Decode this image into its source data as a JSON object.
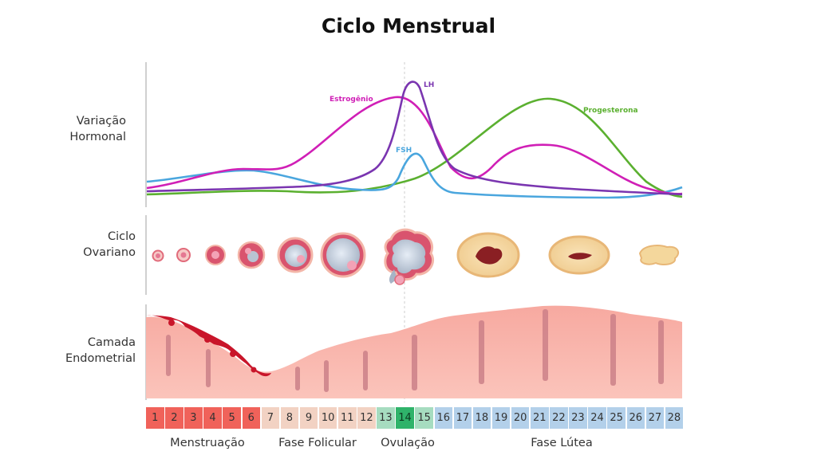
{
  "title": "Ciclo Menstrual",
  "rows": {
    "hormonal": [
      "Variação",
      "Hormonal"
    ],
    "ovarian": [
      "Ciclo",
      "Ovariano"
    ],
    "endometrial": [
      "Camada",
      "Endometrial"
    ]
  },
  "hormones": {
    "estrogen": {
      "label": "Estrogênio",
      "color": "#d01fb6"
    },
    "lh": {
      "label": "LH",
      "color": "#7a35b0"
    },
    "fsh": {
      "label": "FSH",
      "color": "#4aa6de"
    },
    "progesterone": {
      "label": "Progesterona",
      "color": "#5bb030"
    }
  },
  "days": [
    {
      "n": "1",
      "phase": "menstruation"
    },
    {
      "n": "2",
      "phase": "menstruation"
    },
    {
      "n": "3",
      "phase": "menstruation"
    },
    {
      "n": "4",
      "phase": "menstruation"
    },
    {
      "n": "5",
      "phase": "menstruation"
    },
    {
      "n": "6",
      "phase": "menstruation"
    },
    {
      "n": "7",
      "phase": "follicular"
    },
    {
      "n": "8",
      "phase": "follicular"
    },
    {
      "n": "9",
      "phase": "follicular"
    },
    {
      "n": "10",
      "phase": "follicular"
    },
    {
      "n": "11",
      "phase": "follicular"
    },
    {
      "n": "12",
      "phase": "follicular"
    },
    {
      "n": "13",
      "phase": "ovulation"
    },
    {
      "n": "14",
      "phase": "ovulation-peak"
    },
    {
      "n": "15",
      "phase": "ovulation"
    },
    {
      "n": "16",
      "phase": "luteal"
    },
    {
      "n": "17",
      "phase": "luteal"
    },
    {
      "n": "18",
      "phase": "luteal"
    },
    {
      "n": "19",
      "phase": "luteal"
    },
    {
      "n": "20",
      "phase": "luteal"
    },
    {
      "n": "21",
      "phase": "luteal"
    },
    {
      "n": "22",
      "phase": "luteal"
    },
    {
      "n": "23",
      "phase": "luteal"
    },
    {
      "n": "24",
      "phase": "luteal"
    },
    {
      "n": "25",
      "phase": "luteal"
    },
    {
      "n": "26",
      "phase": "luteal"
    },
    {
      "n": "27",
      "phase": "luteal"
    },
    {
      "n": "28",
      "phase": "luteal"
    }
  ],
  "phase_colors": {
    "menstruation": "#f0625a",
    "follicular": "#f2d2c3",
    "ovulation": "#a6dcc0",
    "ovulation-peak": "#2fb36a",
    "luteal": "#b3d0ea"
  },
  "phases": {
    "menstruation": "Menstruação",
    "follicular": "Fase Folicular",
    "ovulation": "Ovulação",
    "luteal": "Fase Lútea"
  }
}
